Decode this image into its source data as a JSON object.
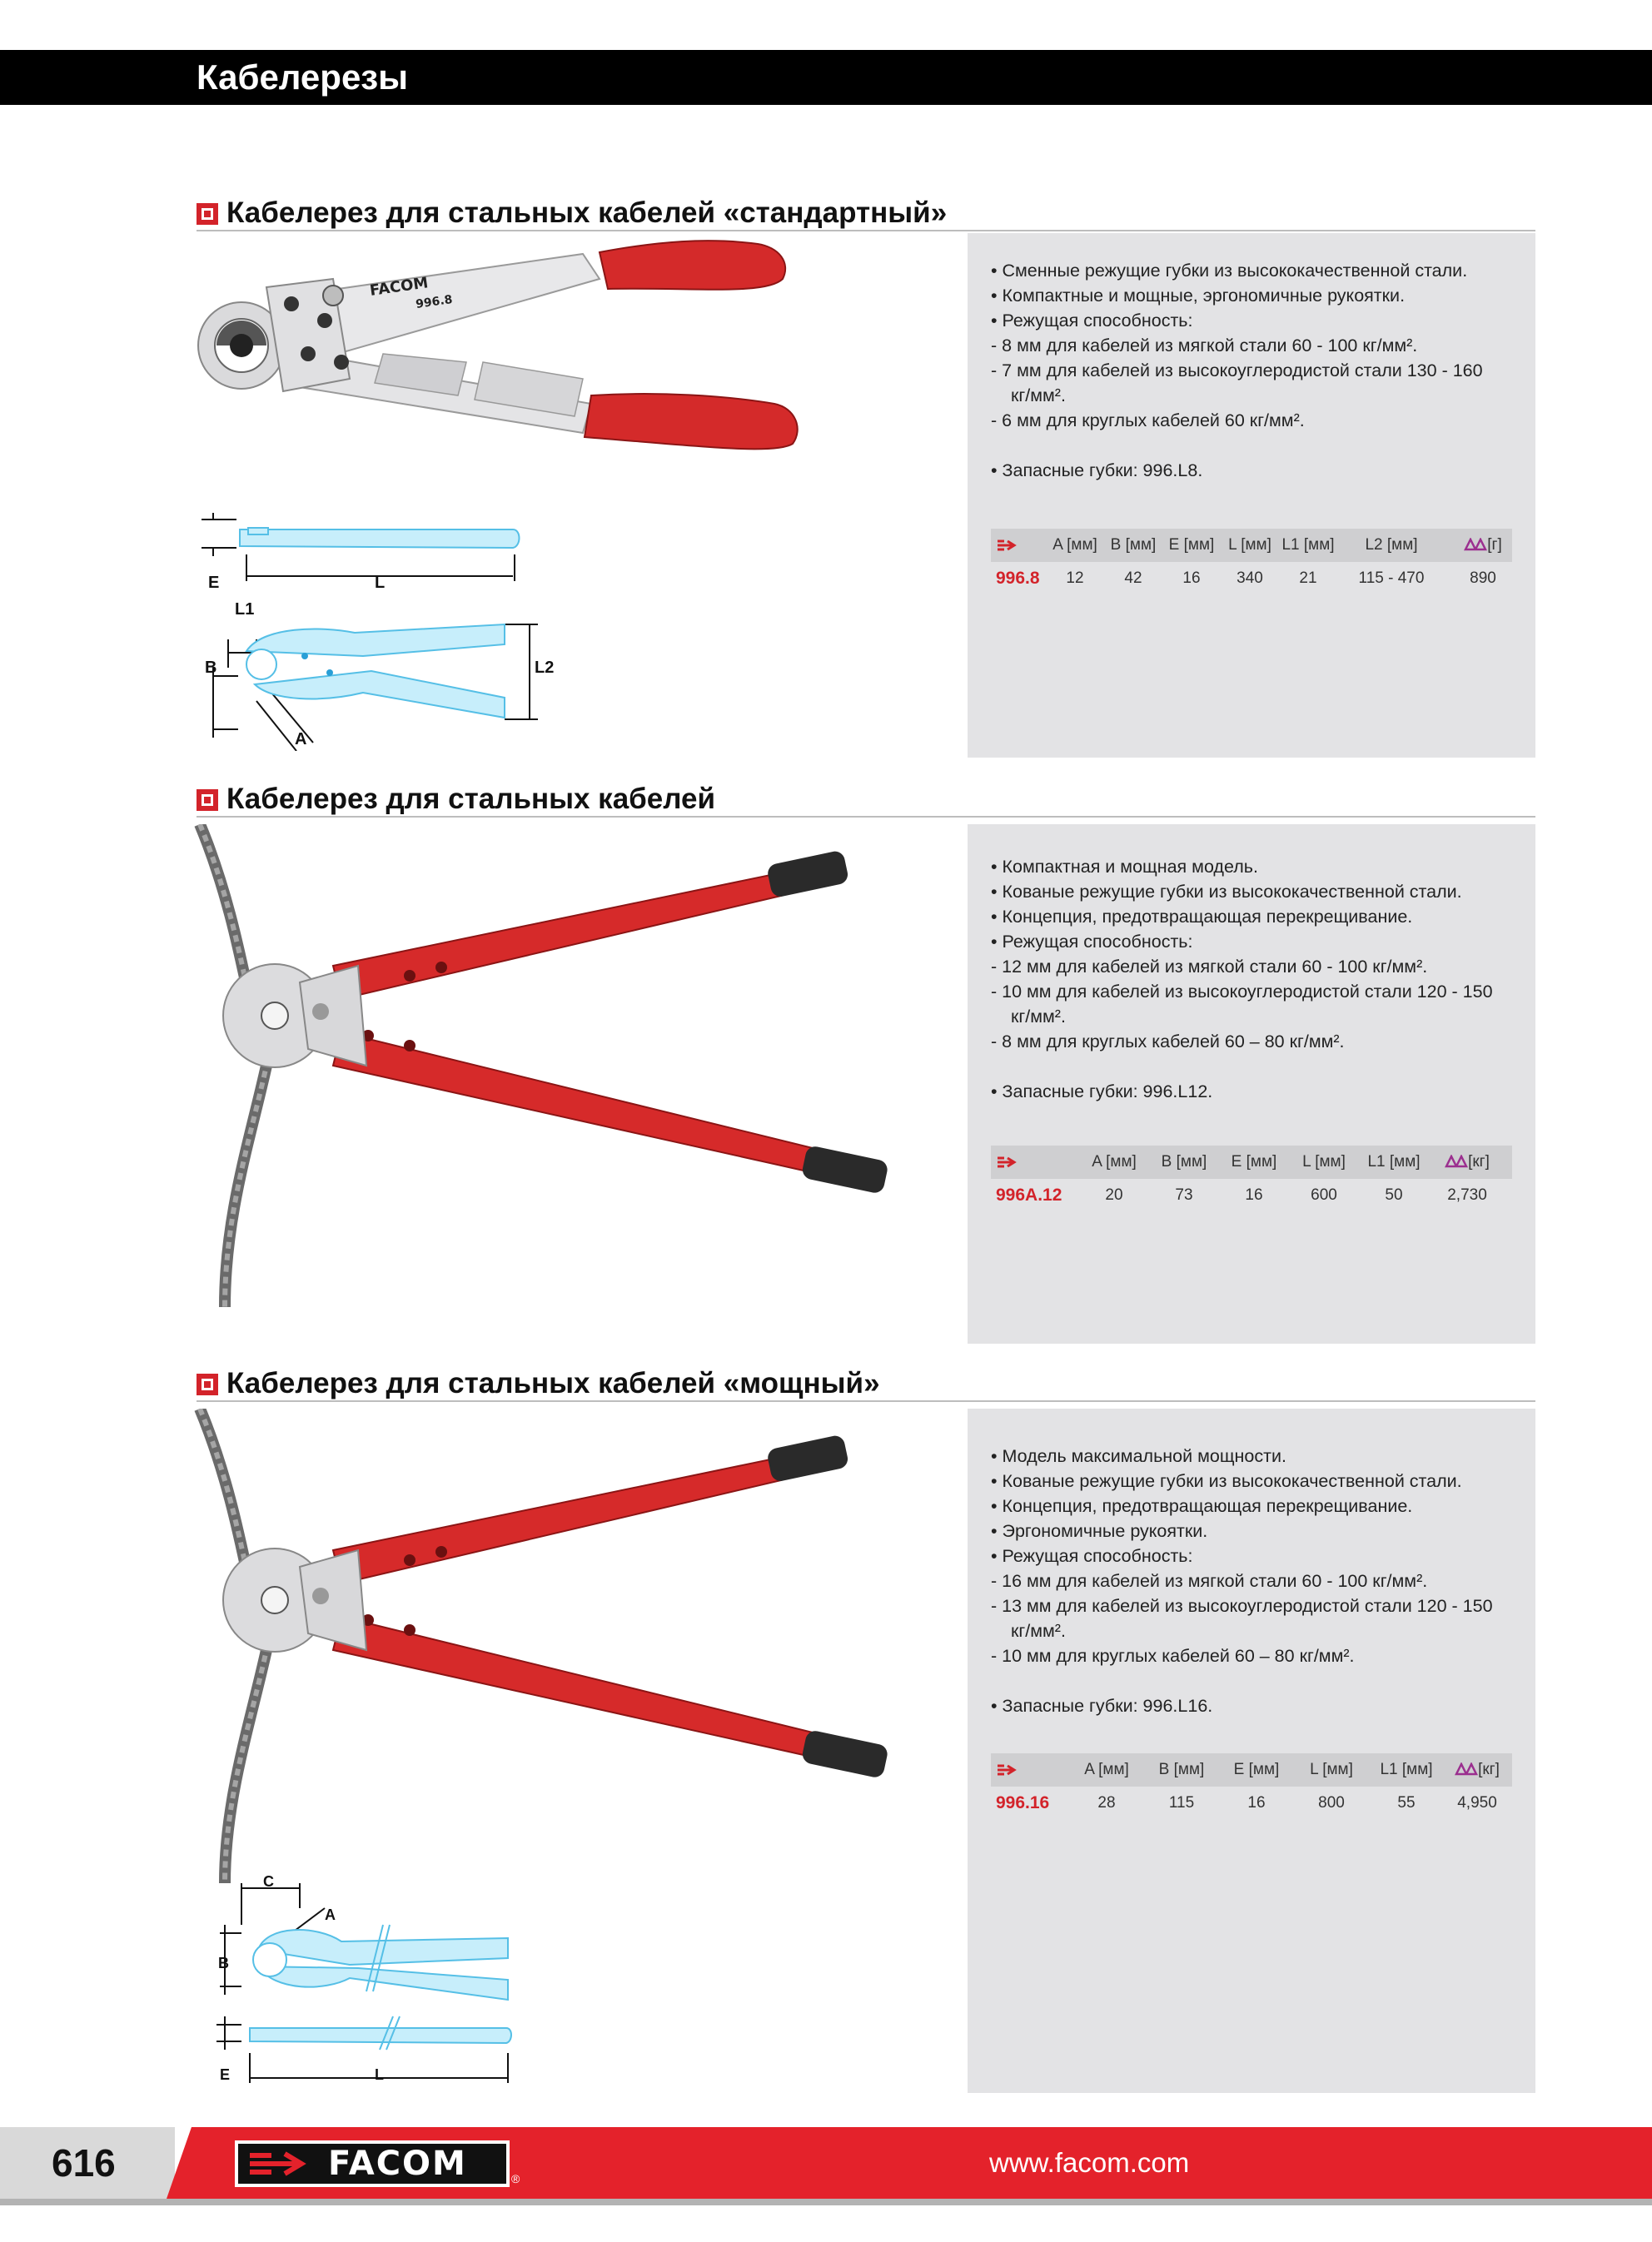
{
  "header": {
    "title": "Кабелерезы"
  },
  "sections": [
    {
      "title": "Кабелерез для стальных кабелей «стандартный»",
      "features": [
        {
          "text": "• Сменные режущие губки из высококачественной стали."
        },
        {
          "text": "• Компактные и мощные, эргономичные рукоятки."
        },
        {
          "text": "• Режущая способность:"
        },
        {
          "text": "- 8 мм для кабелей из мягкой стали 60 - 100 кг/мм²."
        },
        {
          "text": "- 7 мм для кабелей из высокоуглеродистой стали 130 - 160"
        },
        {
          "text": "кг/мм².",
          "cont": true
        },
        {
          "text": "- 6 мм для круглых кабелей 60 кг/мм²."
        },
        {
          "text": "",
          "gap": true
        },
        {
          "text": "• Запасные губки: 996.L8."
        }
      ],
      "spec": {
        "headers": [
          "A [мм]",
          "B [мм]",
          "E [мм]",
          "L [мм]",
          "L1 [мм]",
          "L2 [мм]",
          "[г]"
        ],
        "row": [
          "996.8",
          "12",
          "42",
          "16",
          "340",
          "21",
          "115 - 470",
          "890"
        ]
      }
    },
    {
      "title": "Кабелерез для стальных кабелей",
      "features": [
        {
          "text": "• Компактная и мощная модель."
        },
        {
          "text": "• Кованые режущие губки из высококачественной стали."
        },
        {
          "text": "• Концепция, предотвращающая перекрещивание."
        },
        {
          "text": "• Режущая способность:"
        },
        {
          "text": "- 12 мм для кабелей из мягкой стали 60 - 100 кг/мм²."
        },
        {
          "text": "- 10 мм для кабелей из высокоуглеродистой стали 120 - 150"
        },
        {
          "text": "кг/мм².",
          "cont": true
        },
        {
          "text": "- 8 мм для круглых кабелей 60 – 80 кг/мм²."
        },
        {
          "text": "",
          "gap": true
        },
        {
          "text": "• Запасные губки: 996.L12."
        }
      ],
      "spec": {
        "headers": [
          "A [мм]",
          "B [мм]",
          "E [мм]",
          "L [мм]",
          "L1 [мм]",
          "[кг]"
        ],
        "row": [
          "996A.12",
          "20",
          "73",
          "16",
          "600",
          "50",
          "2,730"
        ]
      }
    },
    {
      "title": "Кабелерез для стальных кабелей «мощный»",
      "features": [
        {
          "text": "• Модель максимальной мощности."
        },
        {
          "text": "• Кованые режущие губки из высококачественной стали."
        },
        {
          "text": "• Концепция, предотвращающая перекрещивание."
        },
        {
          "text": "• Эргономичные рукоятки."
        },
        {
          "text": "• Режущая способность:"
        },
        {
          "text": "- 16 мм для кабелей из мягкой стали 60 - 100 кг/мм²."
        },
        {
          "text": "- 13 мм для кабелей из высокоуглеродистой стали 120 - 150"
        },
        {
          "text": "кг/мм².",
          "cont": true
        },
        {
          "text": "- 10 мм для круглых кабелей 60 – 80 кг/мм²."
        },
        {
          "text": "",
          "gap": true
        },
        {
          "text": "• Запасные губки: 996.L16."
        }
      ],
      "spec": {
        "headers": [
          "A [мм]",
          "B [мм]",
          "E [мм]",
          "L [мм]",
          "L1 [мм]",
          "[кг]"
        ],
        "row": [
          "996.16",
          "28",
          "115",
          "16",
          "800",
          "55",
          "4,950"
        ]
      }
    }
  ],
  "drawing_labels": {
    "d1": {
      "E": "E",
      "L": "L",
      "L1": "L1",
      "B": "B",
      "L2": "L2",
      "A": "A"
    },
    "d3": {
      "C": "C",
      "A": "A",
      "B": "B",
      "E": "E",
      "L": "L"
    }
  },
  "product_markings": {
    "brand": "FACOM",
    "model": "996.8"
  },
  "footer": {
    "page_number": "616",
    "brand": "FACOM",
    "url": "www.facom.com"
  },
  "colors": {
    "accent": "#d3232a",
    "panel": "#e3e3e5",
    "blueprint": "#7fd3f0",
    "handle_red": "#d42a2a"
  }
}
